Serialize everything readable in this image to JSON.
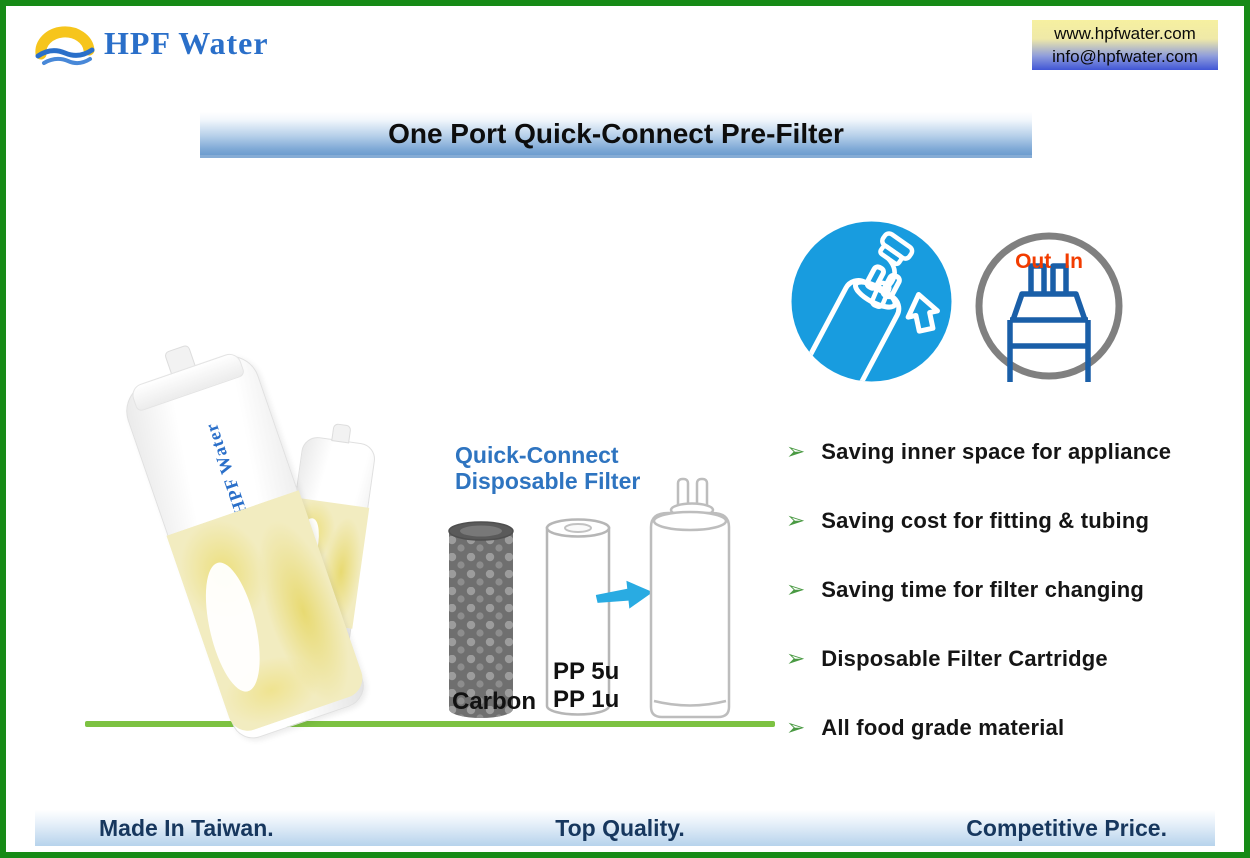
{
  "page": {
    "border_color": "#168a16",
    "background_color": "#ffffff"
  },
  "header": {
    "logo": {
      "icon": "wave-swoosh-logo-icon",
      "text": "HPF Water",
      "text_color": "#2a6fc9"
    },
    "contact": {
      "website": "www.hpfwater.com",
      "email": "info@hpfwater.com",
      "box_gradient_top": "#f6f0a0",
      "box_gradient_bottom": "#4156d6"
    }
  },
  "title_banner": {
    "text": "One Port Quick-Connect Pre-Filter",
    "gradient_top": "#ffffff",
    "gradient_bottom": "#6d9dcf"
  },
  "product_photo": {
    "brand": "HPF Water"
  },
  "diagram": {
    "caption_line1": "Quick-Connect",
    "caption_line2": "Disposable Filter",
    "caption_color": "#2e74c0",
    "carbon_label": "Carbon",
    "pp_label_line1": "PP 5u",
    "pp_label_line2": "PP 1u",
    "arrow_color": "#29abe2"
  },
  "icons": {
    "install_icon": "quick-connect-install-icon",
    "install_circle_color": "#189cdf",
    "ports_icon": "filter-ports-icon",
    "ports_circle_border_color": "#808080",
    "ports_line_color": "#1a5fa8",
    "out_label": "Out",
    "in_label": "In",
    "out_in_color": "#f23c00"
  },
  "bullets": {
    "marker": "➢",
    "marker_color": "#4a9a43",
    "items": [
      "Saving inner space for appliance",
      "Saving cost for fitting & tubing",
      "Saving time for filter changing",
      "Disposable Filter Cartridge",
      "All food grade material"
    ]
  },
  "divider": {
    "color": "#7dc242"
  },
  "footer": {
    "items": [
      "Made In Taiwan.",
      "Top Quality.",
      "Competitive Price."
    ],
    "text_color": "#17375e"
  }
}
